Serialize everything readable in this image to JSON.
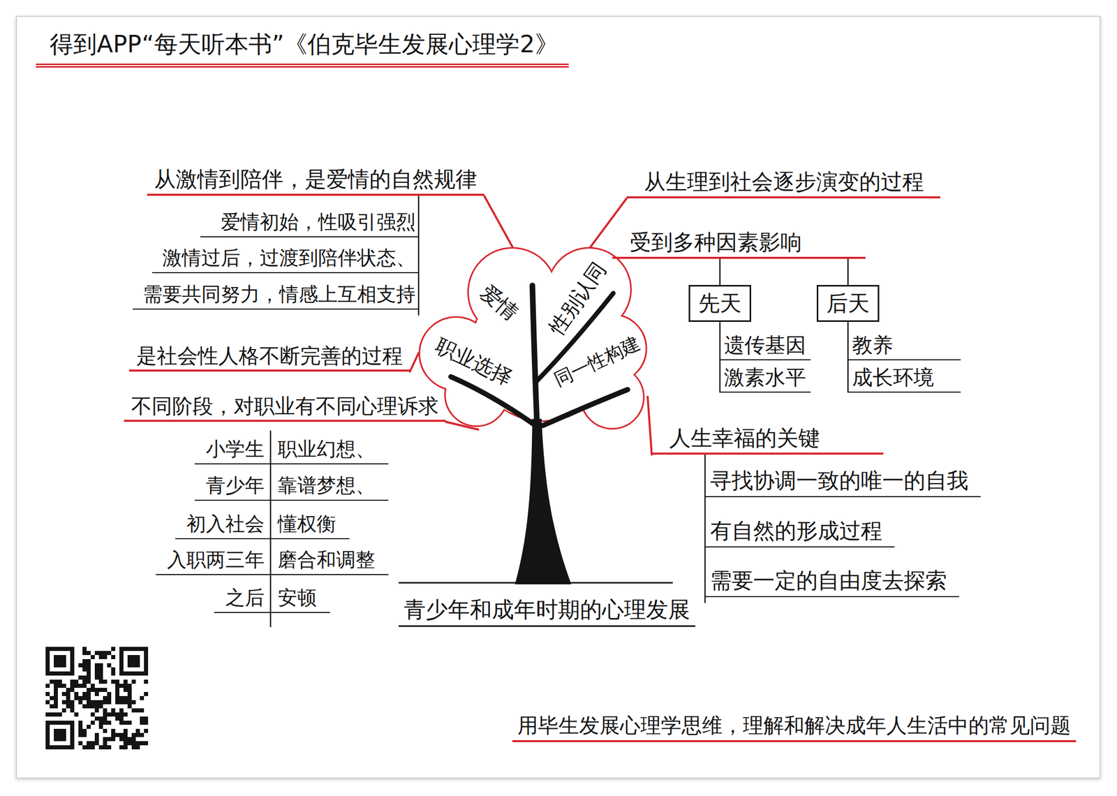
{
  "diagram": {
    "title": "得到APP“每天听本书”《伯克毕生发展心理学2》",
    "caption": "用毕生发展心理学思维，理解和解决成年人生活中的常见问题",
    "nodes": [
      {
        "text": [
          "爱情",
          "性别认同",
          "职业选择",
          "同一性构建"
        ]
      },
      {
        "text": [
          "从激情到陪伴，是爱情的自然规律"
        ]
      },
      {
        "text": [
          "从生理到社会逐步演变的过程"
        ]
      },
      {
        "text": [
          "受到多种因素影响"
        ]
      },
      {
        "text": [
          "先天"
        ]
      },
      {
        "text": [
          "后天"
        ]
      },
      {
        "text": [
          "是社会性人格不断完善的过程"
        ]
      },
      {
        "text": [
          "不同阶段，对职业有不同心理诉求"
        ]
      },
      {
        "text": [
          "人生幸福的关键"
        ]
      }
    ],
    "edges": [
      {
        "from": 0,
        "to": 1,
        "arrow": "none"
      },
      {
        "from": 0,
        "to": 2,
        "arrow": "none"
      },
      {
        "from": 0,
        "to": 3,
        "arrow": "none"
      },
      {
        "from": 0,
        "to": 6,
        "arrow": "none"
      },
      {
        "from": 0,
        "to": 7,
        "arrow": "none"
      },
      {
        "from": 0,
        "to": 8,
        "arrow": "none"
      },
      {
        "from": 3,
        "to": 4,
        "arrow": "none"
      },
      {
        "from": 3,
        "to": 5,
        "arrow": "none"
      }
    ],
    "labels": [
      "青少年和成年时期的心理发展",
      "爱情初始，性吸引强烈",
      "激情过后，过渡到陪伴状态、",
      "需要共同努力，情感上互相支持",
      "遗传基因",
      "激素水平",
      "教养",
      "成长环境",
      "小学生",
      "职业幻想、",
      "青少年",
      "靠谱梦想、",
      "初入社会",
      "懂权衡",
      "入职两三年",
      "磨合和调整",
      "之后",
      "安顿",
      "寻找协调一致的唯一的自我",
      "有自然的形成过程",
      "需要一定的自由度去探索"
    ]
  }
}
